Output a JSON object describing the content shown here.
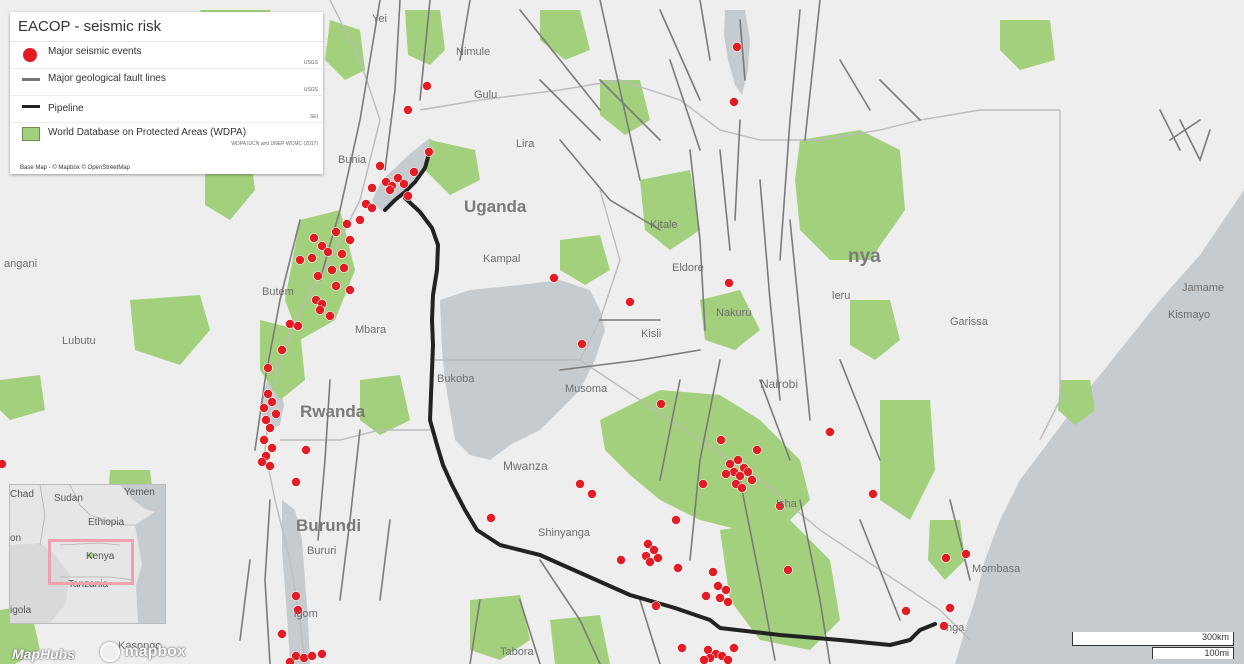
{
  "legend": {
    "title": "EACOP - seismic risk",
    "items": [
      {
        "label": "Major seismic events",
        "source": "USGS",
        "color": "#e31c23"
      },
      {
        "label": "Major geological fault lines",
        "source": "USGS",
        "color": "#777777"
      },
      {
        "label": "Pipeline",
        "source": "SEI",
        "color": "#222222"
      },
      {
        "label": "World Database on Protected Areas (WDPA)",
        "source": "WDPA IUCN and UNEP-WCMC (2017)",
        "color": "#a3d07c"
      }
    ],
    "basemap": "Base Map - © Mapbox © OpenStreetMap"
  },
  "map_labels": {
    "countries": {
      "uganda": "Uganda",
      "kenya": "nya",
      "rwanda": "Rwanda",
      "burundi": "Burundi"
    },
    "cities": {
      "yei": "Yei",
      "nimule": "Nimule",
      "gulu": "Gulu",
      "lira": "Lira",
      "bunia": "Bunia",
      "kitale": "Kitale",
      "eldoret": "Eldore",
      "kampala": "Kampal",
      "butembo": "Butem",
      "mbarara": "Mbara",
      "kisii": "Kisii",
      "nakuru": "Nakuru",
      "meru": "leru",
      "garissa": "Garissa",
      "jamame": "Jamame",
      "kismayo": "Kismayo",
      "kisangani": "angani",
      "lubutu": "Lubutu",
      "bukoba": "Bukoba",
      "musoma": "Musoma",
      "nairobi": "Nairobi",
      "mwanza": "Mwanza",
      "shinyanga": "Shinyanga",
      "arusha": "Isha",
      "bururi": "Bururi",
      "mombasa": "Mombasa",
      "tanga": "nga",
      "kigoma": "igom",
      "tabora": "Tabora",
      "kasongo": "Kasongo"
    }
  },
  "inset": {
    "labels": {
      "chad": "Chad",
      "sudan": "Sudan",
      "yemen": "Yemen",
      "ethiopia": "Ethiopia",
      "kenya": "Kenya",
      "tanzania": "Tanzania",
      "angola": "igola",
      "on": "on"
    },
    "highlight_color": "#f1a0b0"
  },
  "scale": {
    "metric": "300km",
    "imperial": "100mi"
  },
  "brands": {
    "maphubs": "MapHubs",
    "mapbox": "mapbox"
  },
  "colors": {
    "land": "#eeeeee",
    "water": "#c6cbcf",
    "protected": "#a3d07c",
    "border": "#bcbcbc"
  }
}
